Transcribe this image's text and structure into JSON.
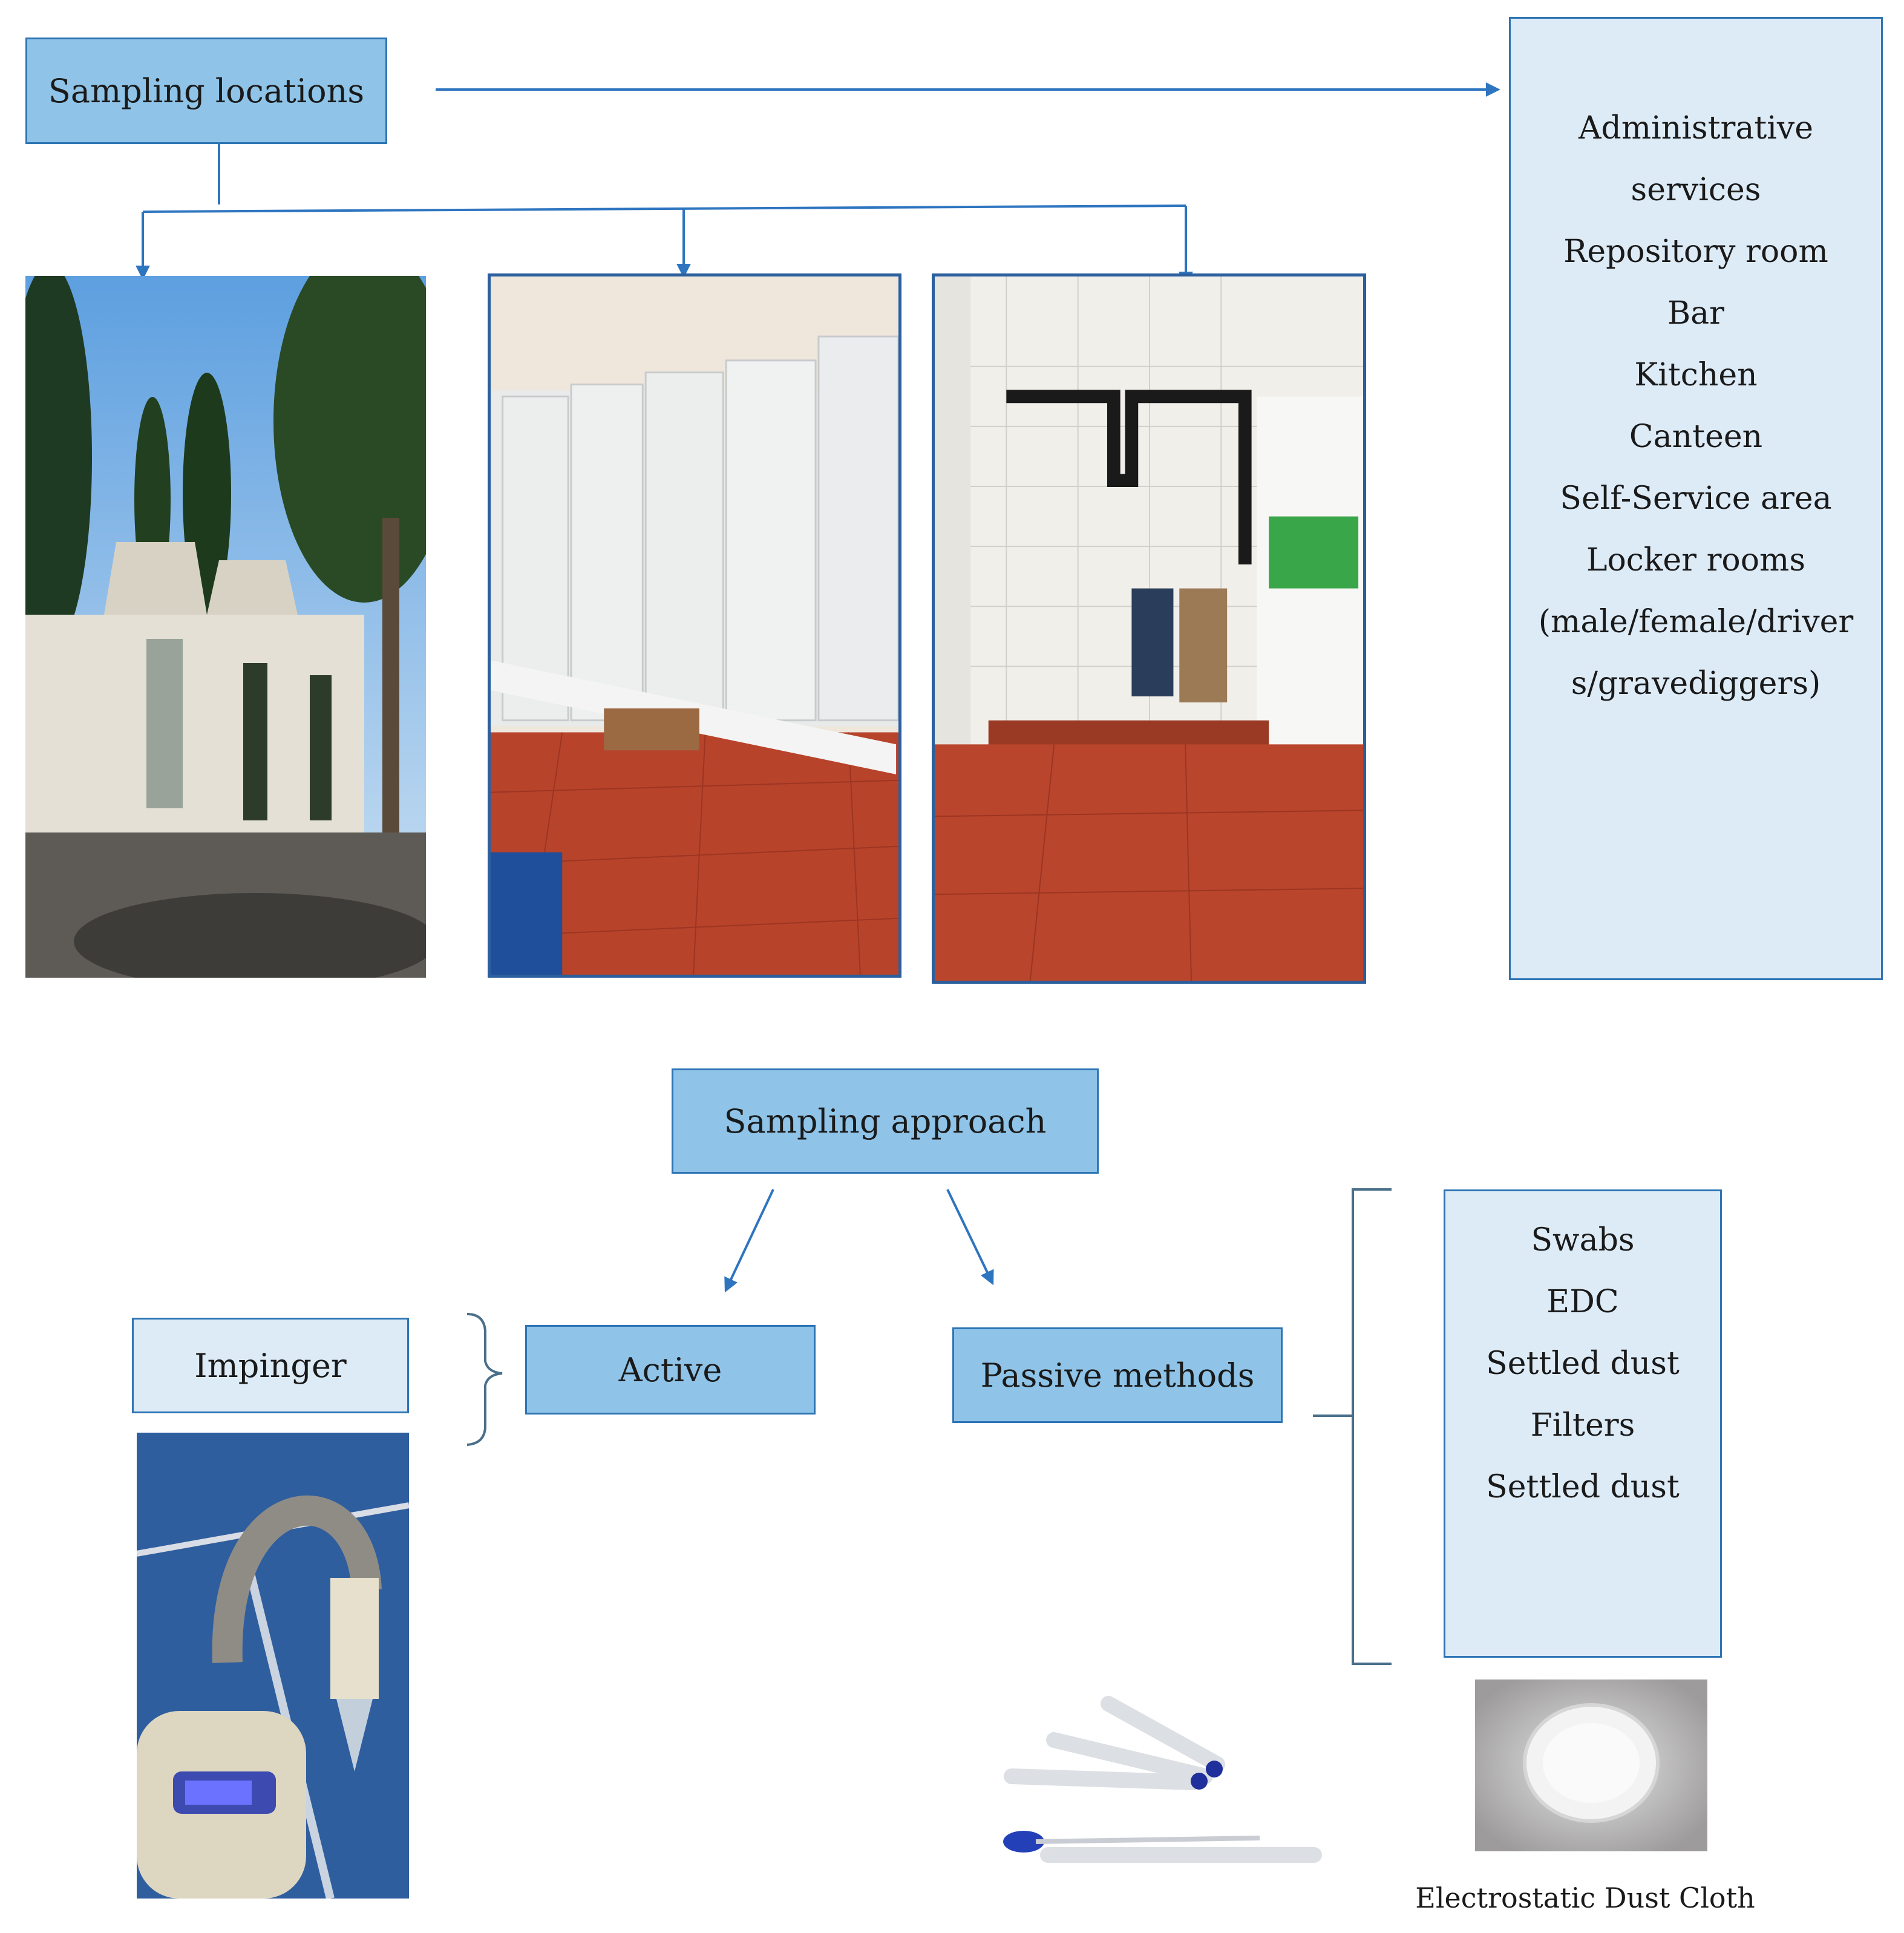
{
  "locations": {
    "title": "Sampling locations",
    "areas": [
      "Administrative",
      "services",
      "Repository room",
      "Bar",
      "Kitchen",
      "Canteen",
      "Self-Service area",
      "Locker rooms",
      "(male/female/driver",
      "s/gravediggers)"
    ]
  },
  "approach": {
    "title": "Sampling approach",
    "active": "Active",
    "passive": "Passive methods",
    "impinger": "Impinger",
    "passive_items": [
      "Swabs",
      "EDC",
      "Settled dust",
      "Filters",
      "Settled dust"
    ],
    "edc_caption": "Electrostatic Dust Cloth"
  },
  "colors": {
    "box_dark": "#8fc4e8",
    "box_light": "#ddebf7",
    "border": "#2f75b5",
    "connector": "#2e75c0",
    "bracket": "#4a6f8a"
  }
}
